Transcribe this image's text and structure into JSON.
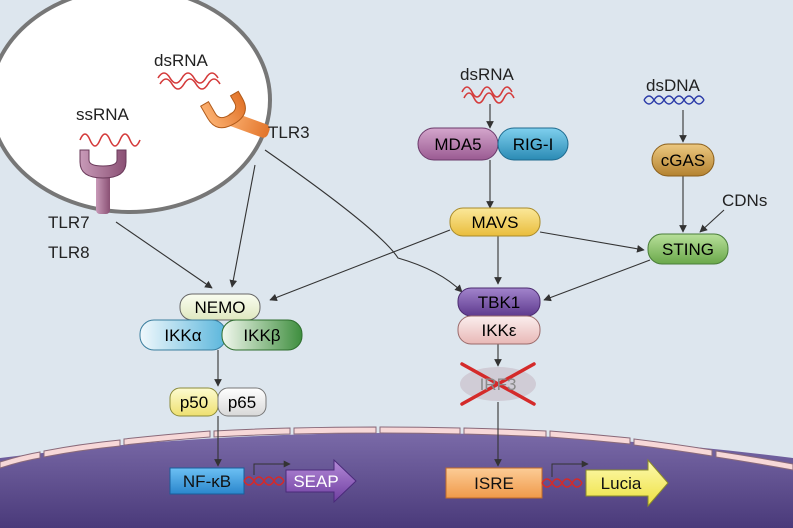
{
  "labels": {
    "ssrna": "ssRNA",
    "dsrna_endosome": "dsRNA",
    "tlr3": "TLR3",
    "tlr7": "TLR7",
    "tlr8": "TLR8",
    "dsrna_cyto": "dsRNA",
    "dsdna": "dsDNA",
    "cdns": "CDNs"
  },
  "proteins": {
    "mda5": "MDA5",
    "rig_i": "RIG-I",
    "cgas": "cGAS",
    "mavs": "MAVS",
    "sting": "STING",
    "nemo": "NEMO",
    "ikk_alpha": "IKKα",
    "ikk_beta": "IKKβ",
    "tbk1": "TBK1",
    "ikk_epsilon": "IKKε",
    "irf3": "IRF3",
    "p50": "p50",
    "p65": "p65"
  },
  "reporters": {
    "nfkb": "NF-κB",
    "seap": "SEAP",
    "isre": "ISRE",
    "lucia": "Lucia"
  },
  "colors": {
    "background": "#dde6ee",
    "nucleus": "#5a4a8a",
    "inhibition_cross": "#d42a2a",
    "mda5": "#b07aa8",
    "rig_i": "#3aa6cc",
    "cgas": "#d4a24a",
    "mavs": "#f5d56a",
    "sting": "#8ac268",
    "nemo": "#eef3d8",
    "ikk_alpha": "#6cc0e0",
    "ikk_beta": "#4e9e4e",
    "tbk1": "#7a52a8",
    "ikk_epsilon": "#f2d8d6",
    "p50": "#f5ee90",
    "p65": "#eeeeee",
    "nfkb_box": "#3a9ee0",
    "seap_arrow": "#8a5ab8",
    "isre_box": "#f5b070",
    "lucia_arrow": "#f5f07a"
  }
}
